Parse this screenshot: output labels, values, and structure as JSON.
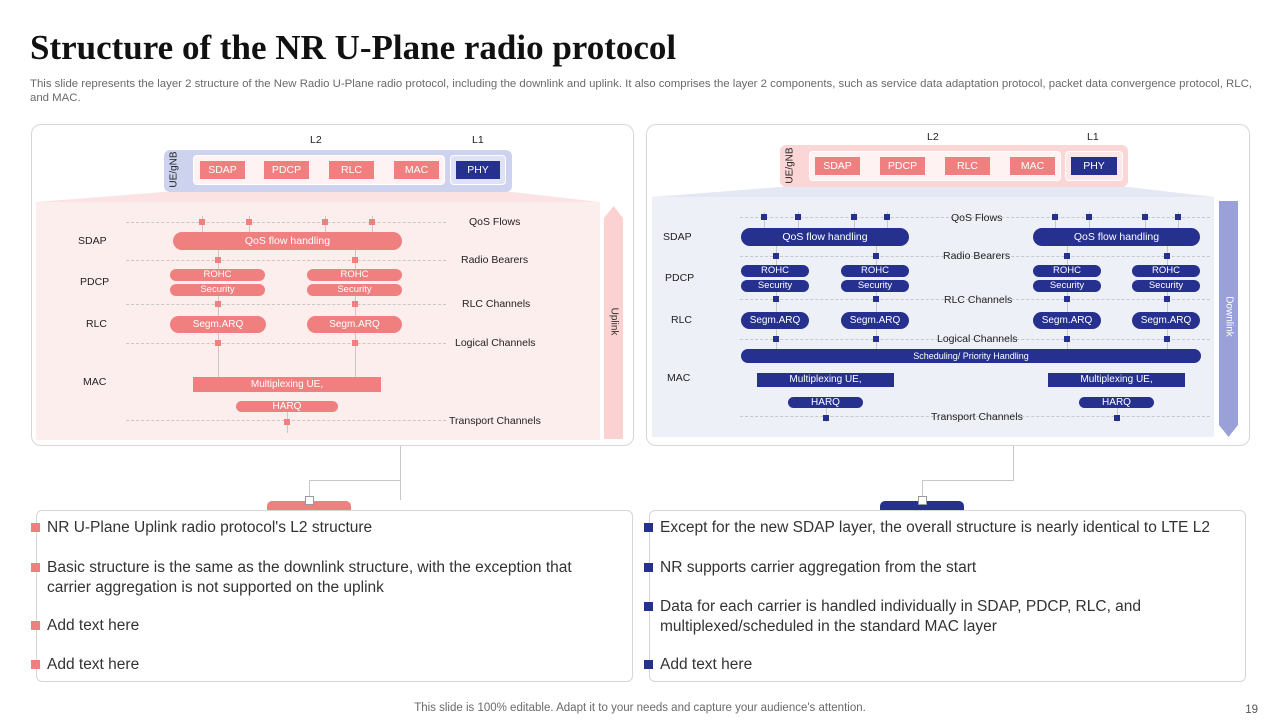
{
  "title": "Structure of the NR U-Plane radio protocol",
  "subtitle": "This slide represents the layer 2 structure of the New Radio U-Plane radio protocol, including the downlink and uplink. It also comprises the layer 2 components, such as service data adaptation protocol, packet data convergence protocol, RLC, and MAC.",
  "colors": {
    "uplink_accent": "#f08080",
    "downlink_accent": "#25308f",
    "uplink_bg": "#fdeeee",
    "downlink_bg": "#eef0f8"
  },
  "uplink": {
    "l2": "L2",
    "l1": "L1",
    "ue_label": "UE/gNB",
    "stack": [
      "SDAP",
      "PDCP",
      "RLC",
      "MAC"
    ],
    "phy": "PHY",
    "layers": {
      "sdap": "SDAP",
      "pdcp": "PDCP",
      "rlc": "RLC",
      "mac": "MAC"
    },
    "channels": {
      "qos": "QoS Flows",
      "radio": "Radio Bearers",
      "rlc": "RLC Channels",
      "logical": "Logical Channels",
      "transport": "Transport Channels"
    },
    "qos_handling": "QoS flow handling",
    "rohc": "ROHC",
    "security": "Security",
    "segm": "Segm.ARQ",
    "mux": "Multiplexing UE,",
    "harq": "HARQ",
    "side": "Uplink"
  },
  "downlink": {
    "l2": "L2",
    "l1": "L1",
    "ue_label": "UE/gNB",
    "stack": [
      "SDAP",
      "PDCP",
      "RLC",
      "MAC"
    ],
    "phy": "PHY",
    "layers": {
      "sdap": "SDAP",
      "pdcp": "PDCP",
      "rlc": "RLC",
      "mac": "MAC"
    },
    "channels": {
      "qos": "QoS Flows",
      "radio": "Radio Bearers",
      "rlc": "RLC Channels",
      "logical": "Logical Channels",
      "transport": "Transport Channels"
    },
    "qos_handling": "QoS flow handling",
    "rohc": "ROHC",
    "security": "Security",
    "segm": "Segm.ARQ",
    "scheduling": "Scheduling/ Priority Handling",
    "mux": "Multiplexing UE,",
    "harq": "HARQ",
    "side": "Downlink"
  },
  "left_bullets": [
    "NR U-Plane Uplink radio protocol's L2 structure",
    "Basic structure is the same as the downlink structure, with the exception that carrier aggregation is not supported on the uplink",
    "Add text here",
    "Add text here"
  ],
  "right_bullets": [
    "Except for the new SDAP layer, the overall structure is nearly identical to LTE L2",
    "NR supports carrier aggregation from the start",
    "Data for each carrier is handled individually in SDAP, PDCP, RLC, and multiplexed/scheduled in the standard MAC layer",
    "Add text here"
  ],
  "footer": "This slide is 100% editable. Adapt it to your needs and capture your audience's attention.",
  "page_number": "19"
}
